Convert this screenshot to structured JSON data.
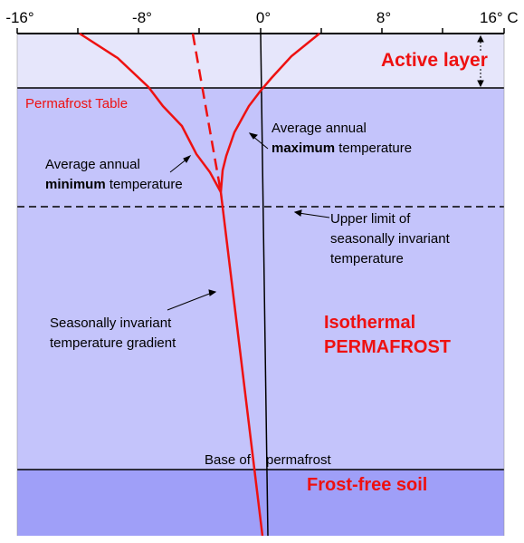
{
  "axis": {
    "tick_labels": [
      "-16°",
      "-8°",
      "0°",
      "8°",
      "16° C"
    ]
  },
  "zones": {
    "active_layer": "Active layer",
    "permafrost_table": "Permafrost Table",
    "isothermal_line1": "Isothermal",
    "isothermal_line2": "PERMAFROST",
    "frost_free": "Frost-free soil",
    "base": "Base of",
    "base2": "permafrost"
  },
  "annotations": {
    "max_line1": "Average annual",
    "max_bold": "maximum",
    "max_rest": " temperature",
    "min_line1": "Average annual",
    "min_bold": "minimum",
    "min_rest": " temperature",
    "upper_line1": "Upper limit of",
    "upper_line2": "seasonally invariant",
    "upper_line3": "temperature",
    "gradient_line1": "Seasonally invariant",
    "gradient_line2": "temperature gradient"
  },
  "colors": {
    "active_bg": "#e6e6fb",
    "permafrost_bg": "#c4c4fb",
    "frostfree_bg": "#9f9ff8",
    "curve": "#ee1111",
    "label_red": "#ee1111"
  }
}
